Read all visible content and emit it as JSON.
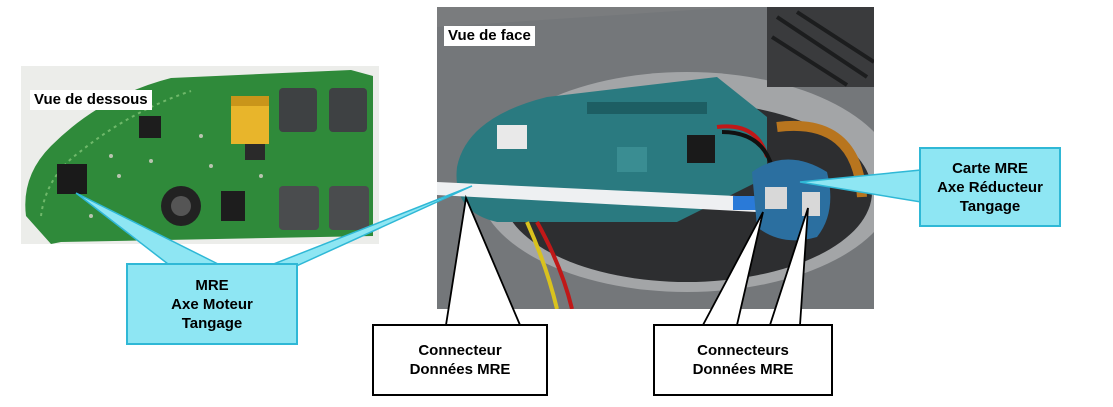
{
  "labels": {
    "bottom_view": "Vue de dessous",
    "front_view": "Vue de face"
  },
  "callouts": {
    "mre_moteur": [
      "MRE",
      "Axe Moteur",
      "Tangage"
    ],
    "mre_reducteur": [
      "Carte MRE",
      "Axe Réducteur",
      "Tangage"
    ],
    "connecteur": [
      "Connecteur",
      "Données MRE"
    ],
    "connecteurs": [
      "Connecteurs",
      "Données MRE"
    ]
  },
  "colors": {
    "pcb_green": "#2f8a3a",
    "callout_fill": "#8ee6f3",
    "callout_border": "#2fb8d6"
  }
}
